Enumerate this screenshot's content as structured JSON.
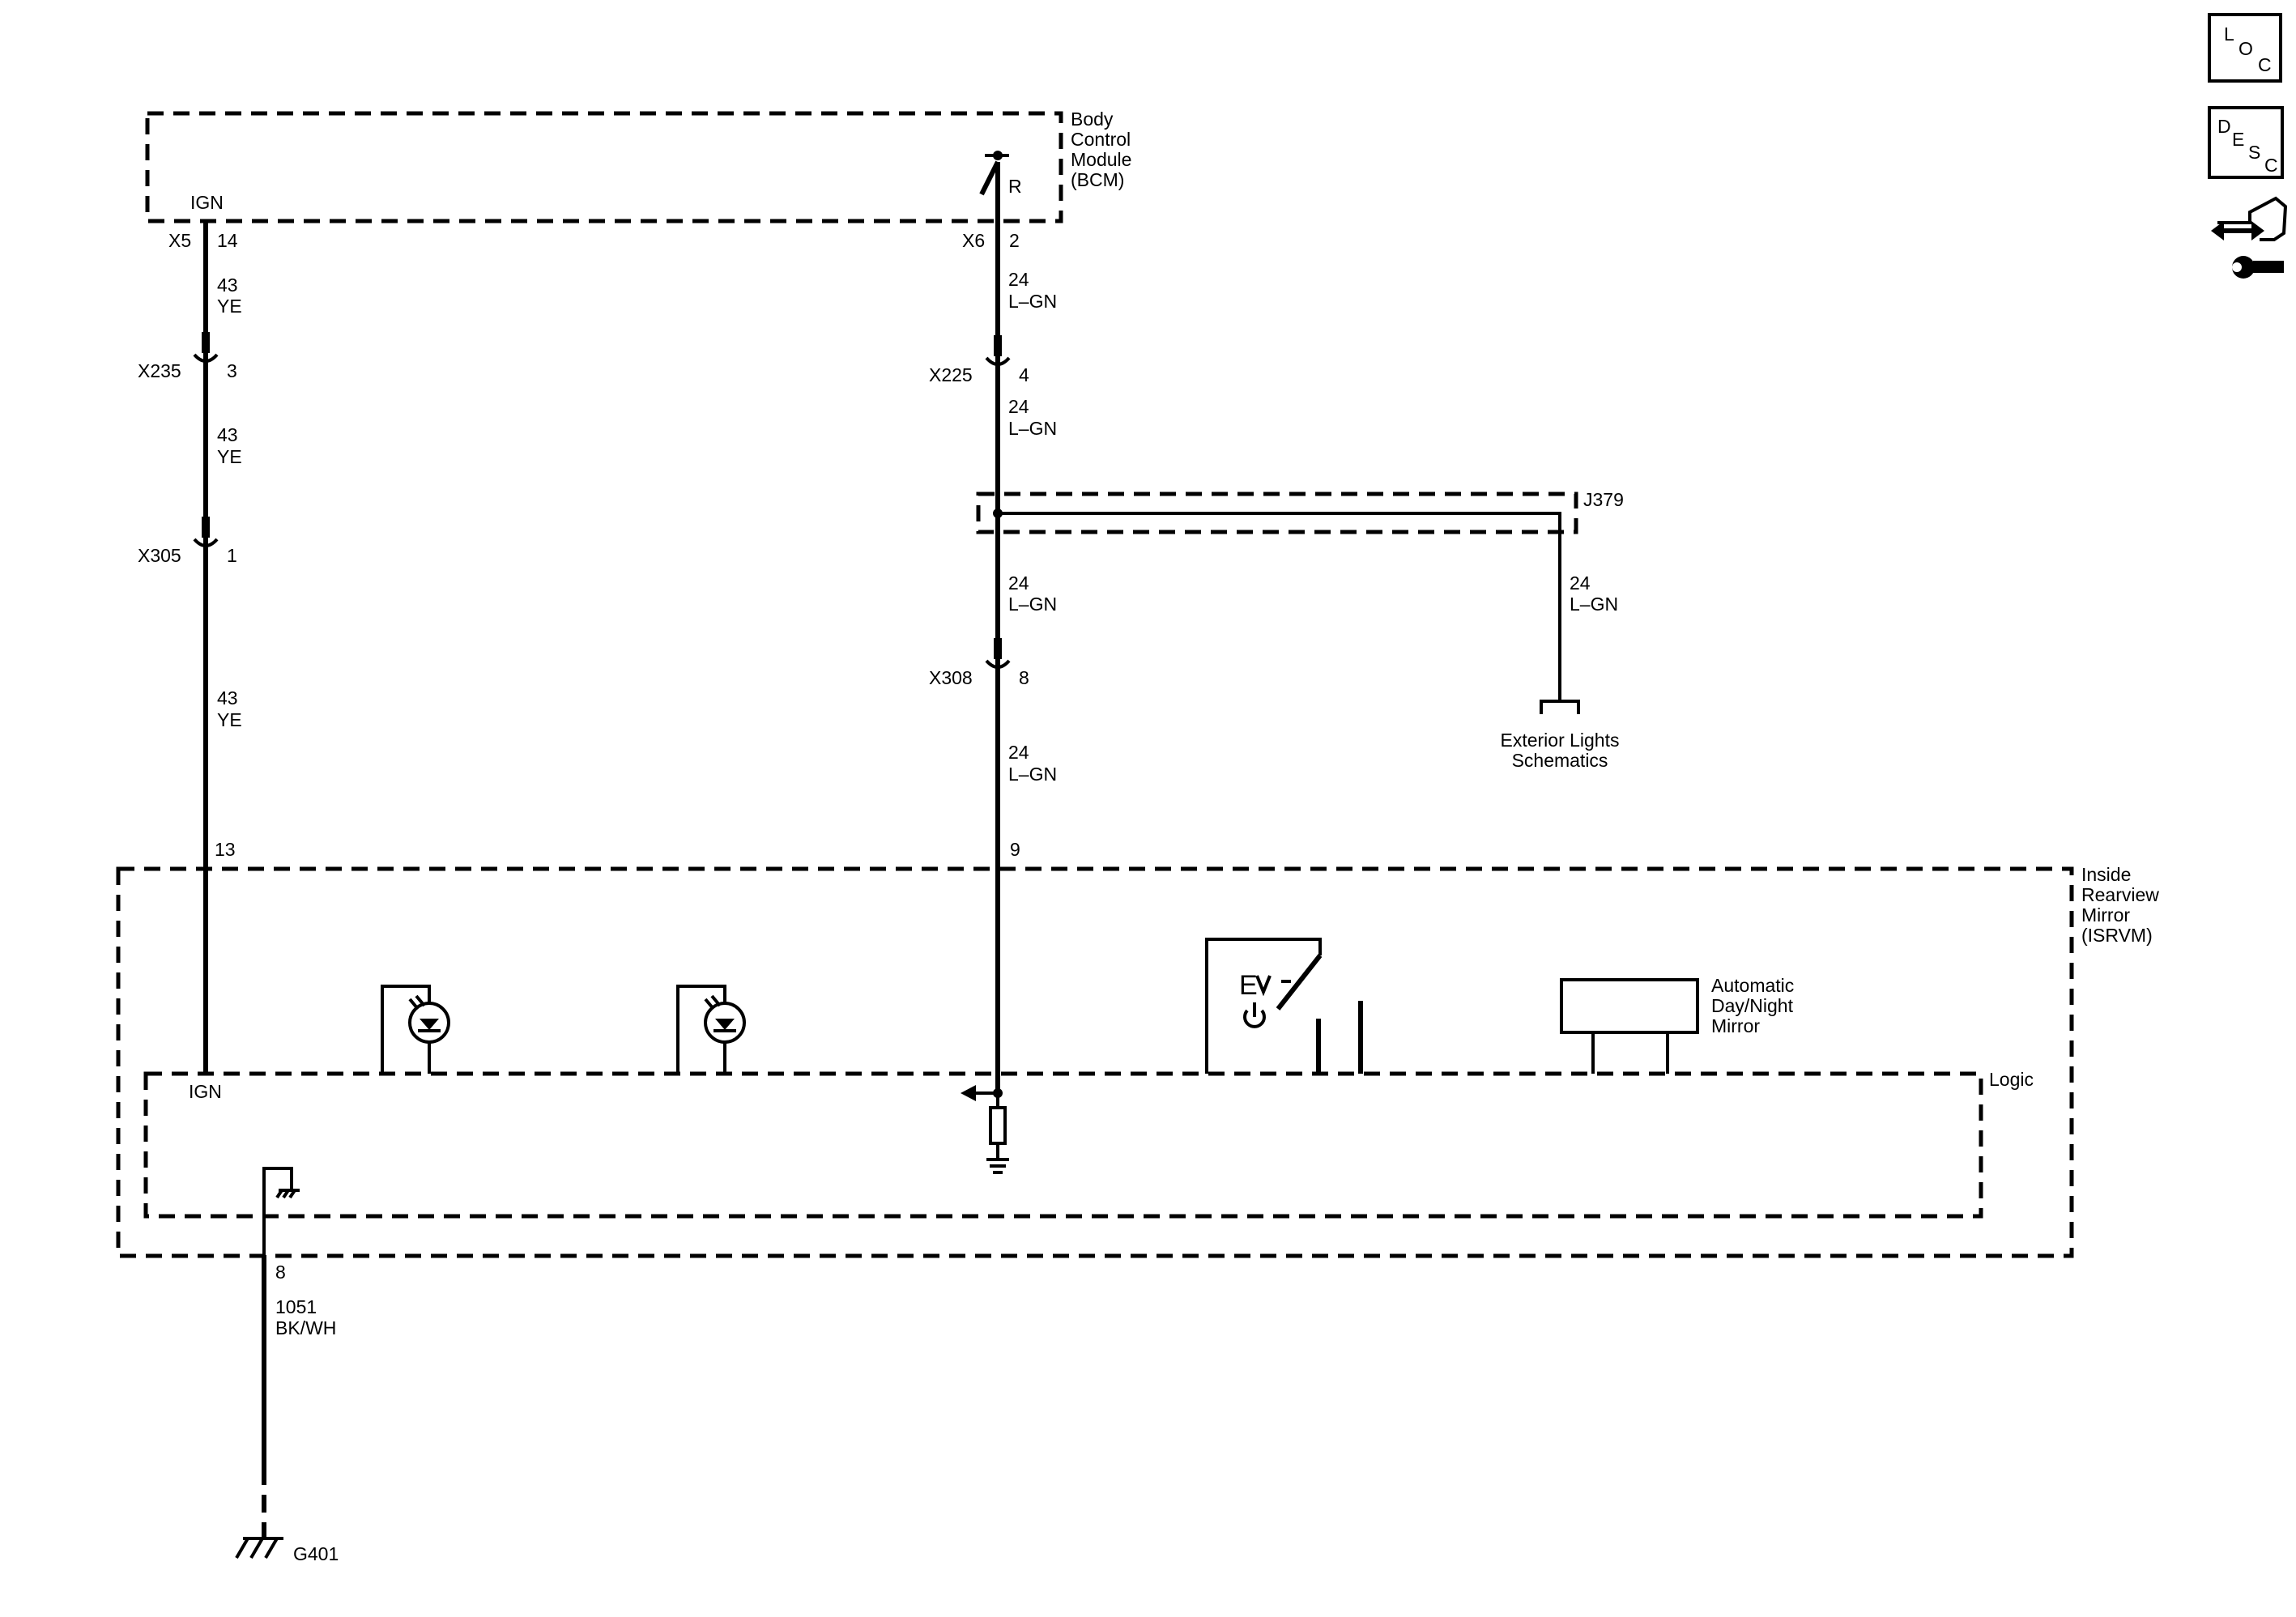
{
  "modules": {
    "bcm": {
      "name_lines": [
        "Body",
        "Control",
        "Module",
        "(BCM)"
      ],
      "pin_ign": "IGN",
      "pin_r": "R"
    },
    "isrvm": {
      "name_lines": [
        "Inside",
        "Rearview",
        "Mirror",
        "(ISRVM)"
      ],
      "logic": "Logic",
      "pin_ign": "IGN"
    }
  },
  "left_circuit": {
    "connectors": [
      {
        "id": "X5",
        "pin": "14"
      },
      {
        "id": "X235",
        "pin": "3"
      },
      {
        "id": "X305",
        "pin": "1"
      }
    ],
    "wires": [
      {
        "circuit": "43",
        "color": "YE"
      },
      {
        "circuit": "43",
        "color": "YE"
      },
      {
        "circuit": "43",
        "color": "YE"
      }
    ],
    "isrvm_pin": "13"
  },
  "right_circuit": {
    "connectors": [
      {
        "id": "X6",
        "pin": "2"
      },
      {
        "id": "X225",
        "pin": "4"
      },
      {
        "id": "X308",
        "pin": "8"
      }
    ],
    "wires": [
      {
        "circuit": "24",
        "color": "L–GN"
      },
      {
        "circuit": "24",
        "color": "L–GN"
      },
      {
        "circuit": "24",
        "color": "L–GN"
      },
      {
        "circuit": "24",
        "color": "L–GN"
      }
    ],
    "isrvm_pin": "9"
  },
  "splice": {
    "id": "J379",
    "branch_wire": {
      "circuit": "24",
      "color": "L–GN"
    },
    "destination_lines": [
      "Exterior Lights",
      "Schematics"
    ]
  },
  "ground_circuit": {
    "pin": "8",
    "circuit": "1051",
    "color": "BK/WH",
    "ground_id": "G401"
  },
  "components": {
    "auto_mirror_lines": [
      "Automatic",
      "Day/Night",
      "Mirror"
    ],
    "ev_symbol_text": "E"
  },
  "nav_icons": {
    "loc": {
      "letters": [
        "L",
        "O",
        "C"
      ]
    },
    "desc": {
      "letters": [
        "D",
        "E",
        "S",
        "C"
      ]
    },
    "connector_icon": "connector-wrench-icon"
  }
}
